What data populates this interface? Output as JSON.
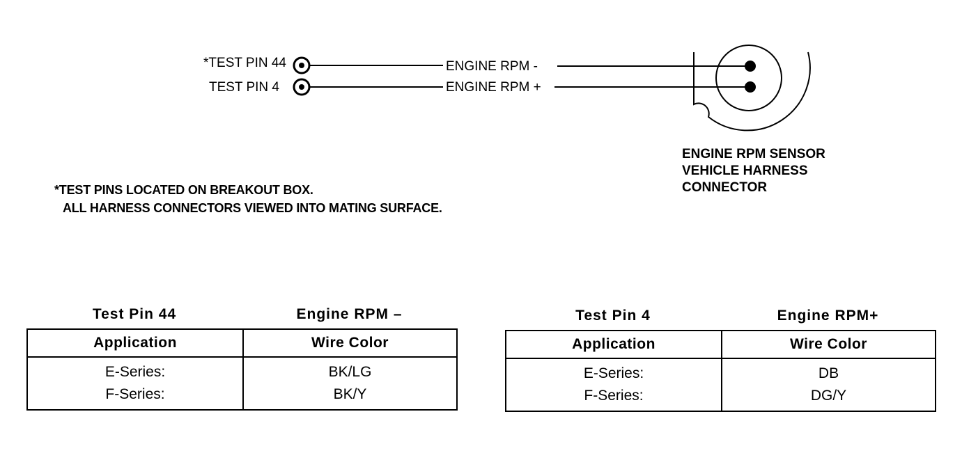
{
  "diagram": {
    "pins": [
      {
        "label": "*TEST PIN 44",
        "signal": "ENGINE RPM -"
      },
      {
        "label": "TEST PIN 4",
        "signal": "ENGINE RPM +"
      }
    ],
    "connector_label": [
      "ENGINE RPM SENSOR",
      "VEHICLE HARNESS",
      "CONNECTOR"
    ]
  },
  "notes": [
    "*TEST PINS LOCATED ON BREAKOUT BOX.",
    "ALL HARNESS CONNECTORS VIEWED INTO MATING SURFACE."
  ],
  "tables": [
    {
      "pin": "Test Pin 44",
      "signal": "Engine RPM –",
      "columns": [
        "Application",
        "Wire Color"
      ],
      "rows": [
        {
          "application": "E-Series:",
          "wire": "BK/LG"
        },
        {
          "application": "F-Series:",
          "wire": "BK/Y"
        }
      ]
    },
    {
      "pin": "Test Pin 4",
      "signal": "Engine RPM+",
      "columns": [
        "Application",
        "Wire Color"
      ],
      "rows": [
        {
          "application": "E-Series:",
          "wire": "DB"
        },
        {
          "application": "F-Series:",
          "wire": "DG/Y"
        }
      ]
    }
  ]
}
